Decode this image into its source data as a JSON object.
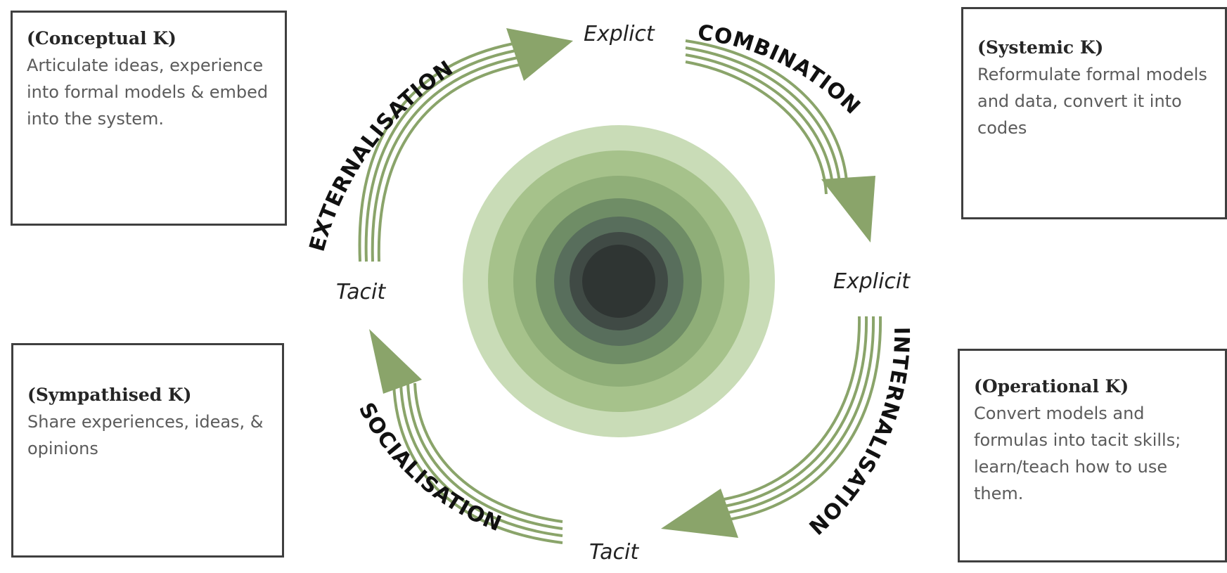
{
  "boxes": {
    "conceptual": {
      "title": "(Conceptual K)",
      "body": "Articulate ideas, experience into formal models & embed into the system."
    },
    "systemic": {
      "title": "(Systemic K)",
      "body": "Reformulate formal models and data, convert it into codes"
    },
    "sympathised": {
      "title": "(Sympathised K)",
      "body": "Share experiences, ideas, & opinions"
    },
    "operational": {
      "title": "(Operational K)",
      "body": "Convert models and formulas into tacit skills; learn/teach how to use them."
    }
  },
  "nodes": {
    "top": "Explict",
    "right": "Explicit",
    "bottom": "Tacit",
    "left": "Tacit"
  },
  "stages": {
    "externalisation": "EXTERNALISATION",
    "combination": "COMBINATION",
    "internalisation": "INTERNALISATION",
    "socialisation": "SOCIALISATION"
  },
  "colors": {
    "arrow": "#8aa46a",
    "rings": [
      "#c9dcb7",
      "#a6c28b",
      "#8fae78",
      "#6f8d66",
      "#586e5c",
      "#404a45",
      "#2f3533"
    ]
  }
}
